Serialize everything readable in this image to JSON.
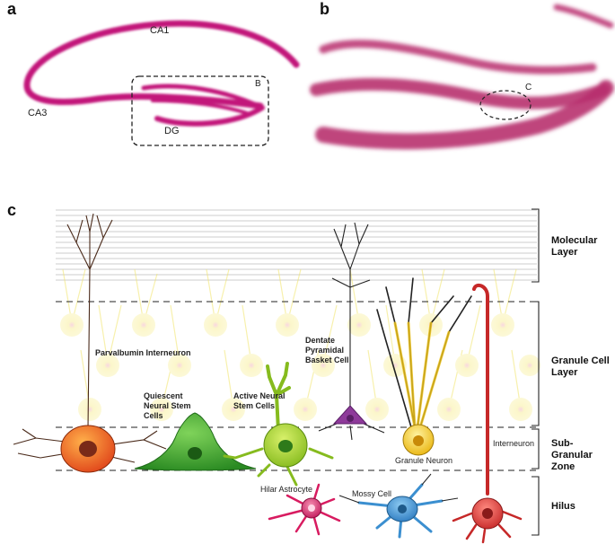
{
  "panels": {
    "a": {
      "letter": "a",
      "labels": {
        "ca1": "CA1",
        "ca3": "CA3",
        "dg": "DG",
        "box": "B"
      }
    },
    "b": {
      "letter": "b",
      "labels": {
        "circle": "C"
      }
    },
    "c": {
      "letter": "c",
      "cells": {
        "parvalbumin": "Parvalbumin Interneuron",
        "quiescent": "Quiescent Neural Stem Cells",
        "active": "Active Neural Stem Cells",
        "basket": "Dentate Pyramidal Basket Cell",
        "granule": "Granule Neuron",
        "interneuron": "Interneuron",
        "astrocyte": "Hilar Astrocyte",
        "mossy": "Mossy Cell"
      },
      "layers": {
        "molecular": "Molecular Layer",
        "granule": "Granule Cell Layer",
        "subgranular": "Sub-Granular Zone",
        "hilus": "Hilus"
      }
    }
  },
  "colors": {
    "hippocampus": "#c2187a",
    "background_neurons": "#f7ee8a",
    "parvalbumin": "#e8601c",
    "quiescent": "#3aa02e",
    "active": "#9ccc2e",
    "basket": "#8e3a9a",
    "granule": "#f0c419",
    "interneuron": "#c62828",
    "astrocyte": "#d81b60",
    "mossy": "#3b8fd0"
  }
}
